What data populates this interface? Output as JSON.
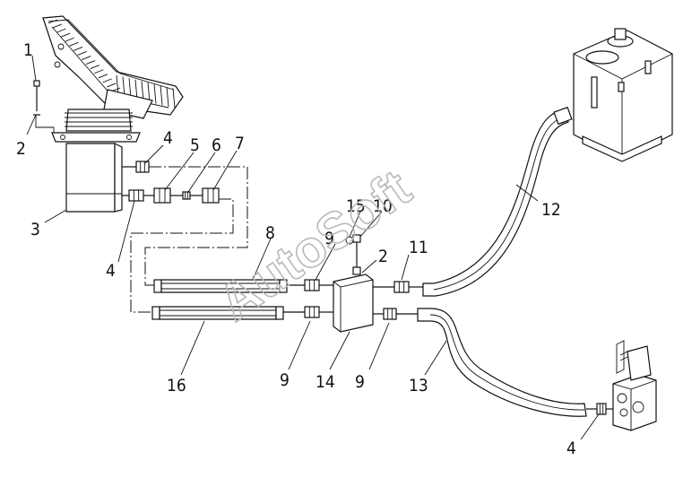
{
  "callouts": [
    {
      "id": "c1",
      "text": "1"
    },
    {
      "id": "c2a",
      "text": "2"
    },
    {
      "id": "c3",
      "text": "3"
    },
    {
      "id": "c4a",
      "text": "4"
    },
    {
      "id": "c5",
      "text": "5"
    },
    {
      "id": "c6",
      "text": "6"
    },
    {
      "id": "c7",
      "text": "7"
    },
    {
      "id": "c4b",
      "text": "4"
    },
    {
      "id": "c8",
      "text": "8"
    },
    {
      "id": "c9a",
      "text": "9"
    },
    {
      "id": "c15",
      "text": "15"
    },
    {
      "id": "c10",
      "text": "10"
    },
    {
      "id": "c2b",
      "text": "2"
    },
    {
      "id": "c11",
      "text": "11"
    },
    {
      "id": "c12",
      "text": "12"
    },
    {
      "id": "c16",
      "text": "16"
    },
    {
      "id": "c9b",
      "text": "9"
    },
    {
      "id": "c14",
      "text": "14"
    },
    {
      "id": "c9c",
      "text": "9"
    },
    {
      "id": "c13",
      "text": "13"
    },
    {
      "id": "c4c",
      "text": "4"
    }
  ],
  "watermark": "AutoSoft"
}
